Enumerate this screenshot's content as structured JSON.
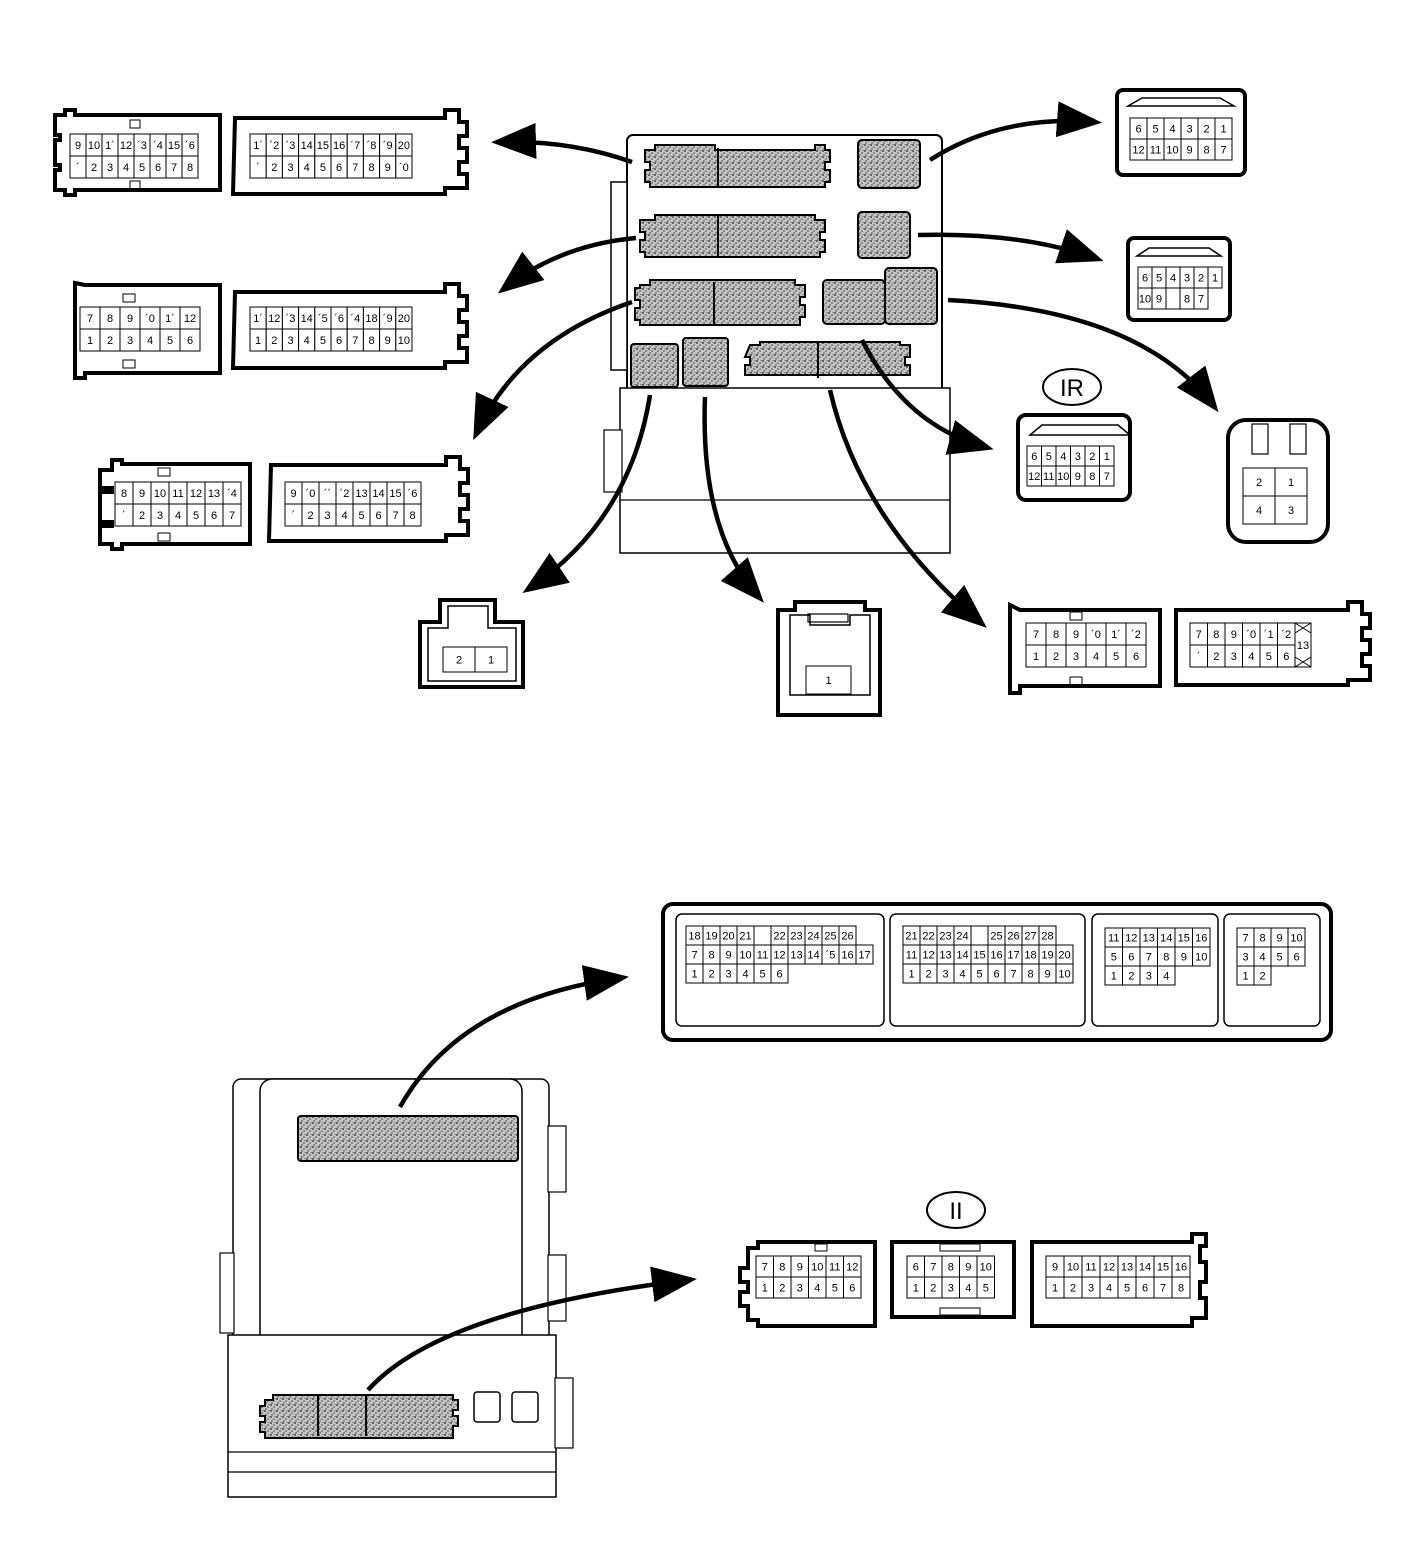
{
  "labels": {
    "ir": "IR",
    "ii": "II"
  },
  "connectors": [
    {
      "id": "top-a",
      "rows": [
        [
          "9",
          "10",
          "1´",
          "12",
          "´3",
          "´4",
          "15",
          "´6"
        ],
        [
          "´",
          "2",
          "3",
          "4",
          "5",
          "6",
          "7",
          "8"
        ]
      ]
    },
    {
      "id": "top-b",
      "rows": [
        [
          "1´",
          "´2",
          "´3",
          "14",
          "15",
          "16",
          "´7",
          "´8",
          "´9",
          "20"
        ],
        [
          "´",
          "2",
          "3",
          "4",
          "5",
          "6",
          "7",
          "8",
          "9",
          "´0"
        ]
      ]
    },
    {
      "id": "mid-a",
      "rows": [
        [
          "7",
          "8",
          "9",
          "´0",
          "1´",
          "12"
        ],
        [
          "1",
          "2",
          "3",
          "4",
          "5",
          "6"
        ]
      ]
    },
    {
      "id": "mid-b",
      "rows": [
        [
          "1´",
          "12",
          "´3",
          "14",
          "´5",
          "´6",
          "´4",
          "18",
          "´9",
          "20"
        ],
        [
          "1",
          "2",
          "3",
          "4",
          "5",
          "6",
          "7",
          "8",
          "9",
          "10"
        ]
      ]
    },
    {
      "id": "low-a",
      "rows": [
        [
          "8",
          "9",
          "10",
          "11",
          "12",
          "13",
          "´4"
        ],
        [
          "´",
          "2",
          "3",
          "4",
          "5",
          "6",
          "7"
        ]
      ]
    },
    {
      "id": "low-b",
      "rows": [
        [
          "9",
          "´0",
          "´´",
          "´2",
          "13",
          "14",
          "15",
          "´6"
        ],
        [
          "´",
          "2",
          "3",
          "4",
          "5",
          "6",
          "7",
          "8"
        ]
      ]
    },
    {
      "id": "two-pin",
      "rows": [
        [
          "2",
          "1"
        ]
      ]
    },
    {
      "id": "one-pin",
      "rows": [
        [
          "1"
        ]
      ]
    },
    {
      "id": "right-13a",
      "rows": [
        [
          "7",
          "8",
          "9",
          "´0",
          "1´",
          "´2"
        ],
        [
          "1",
          "2",
          "3",
          "4",
          "5",
          "6"
        ]
      ]
    },
    {
      "id": "right-13b",
      "rows": [
        [
          "7",
          "8",
          "9",
          "´0",
          "´1",
          "´2"
        ],
        [
          "´",
          "2",
          "3",
          "4",
          "5",
          "6"
        ]
      ],
      "extra": "13"
    },
    {
      "id": "r12-top",
      "rows": [
        [
          "6",
          "5",
          "4",
          "3",
          "2",
          "1"
        ],
        [
          "12",
          "11",
          "10",
          "9",
          "8",
          "7"
        ]
      ]
    },
    {
      "id": "r10",
      "rows": [
        [
          "6",
          "5",
          "4",
          "3",
          "2",
          "1"
        ],
        [
          "10",
          "9",
          "",
          "8",
          "7"
        ]
      ]
    },
    {
      "id": "ir-conn",
      "rows": [
        [
          "6",
          "5",
          "4",
          "3",
          "2",
          "1"
        ],
        [
          "12",
          "11",
          "10",
          "9",
          "8",
          "7"
        ]
      ]
    },
    {
      "id": "quad",
      "rows": [
        [
          "2",
          "1"
        ],
        [
          "4",
          "3"
        ]
      ]
    },
    {
      "id": "ecu-1",
      "rows": [
        [
          "18",
          "19",
          "20",
          "21",
          "",
          "22",
          "23",
          "24",
          "25",
          "26"
        ],
        [
          "7",
          "8",
          "9",
          "10",
          "11",
          "12",
          "13",
          "14",
          "´5",
          "16",
          "17"
        ],
        [
          "1",
          "2",
          "3",
          "4",
          "5",
          "6"
        ]
      ]
    },
    {
      "id": "ecu-2",
      "rows": [
        [
          "21",
          "22",
          "23",
          "24",
          "",
          "25",
          "26",
          "27",
          "28"
        ],
        [
          "11",
          "12",
          "13",
          "14",
          "15",
          "16",
          "17",
          "18",
          "19",
          "20"
        ],
        [
          "1",
          "2",
          "3",
          "4",
          "5",
          "6",
          "7",
          "8",
          "9",
          "10"
        ]
      ]
    },
    {
      "id": "ecu-3",
      "rows": [
        [
          "11",
          "12",
          "13",
          "14",
          "15",
          "16"
        ],
        [
          "5",
          "6",
          "7",
          "8",
          "9",
          "10"
        ],
        [
          "1",
          "2",
          "3",
          "4"
        ]
      ]
    },
    {
      "id": "ecu-4",
      "rows": [
        [
          "7",
          "8",
          "9",
          "10"
        ],
        [
          "3",
          "4",
          "5",
          "6"
        ],
        [
          "1",
          "2"
        ]
      ]
    },
    {
      "id": "ii-a",
      "rows": [
        [
          "7",
          "8",
          "9",
          "10",
          "11",
          "12"
        ],
        [
          "1",
          "2",
          "3",
          "4",
          "5",
          "6"
        ]
      ]
    },
    {
      "id": "ii-b",
      "rows": [
        [
          "6",
          "7",
          "8",
          "9",
          "10"
        ],
        [
          "1",
          "2",
          "3",
          "4",
          "5"
        ]
      ]
    },
    {
      "id": "ii-c",
      "rows": [
        [
          "9",
          "10",
          "11",
          "12",
          "13",
          "14",
          "15",
          "16"
        ],
        [
          "1",
          "2",
          "3",
          "4",
          "5",
          "6",
          "7",
          "8"
        ]
      ]
    }
  ]
}
